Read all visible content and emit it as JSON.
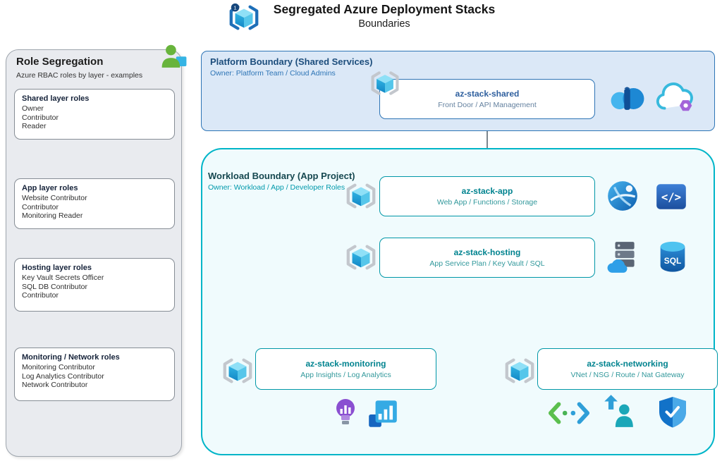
{
  "header": {
    "title": "Segregated Azure Deployment Stacks",
    "subtitle": "Boundaries",
    "icon": "deployment-stacks-icon"
  },
  "role_panel": {
    "title": "Role Segregation",
    "subtitle": "Azure RBAC roles by layer - examples",
    "icon": "person-icon",
    "groups": [
      {
        "title": "Shared layer roles",
        "roles": [
          "Owner",
          "Contributor",
          "Reader"
        ]
      },
      {
        "title": "App layer roles",
        "roles": [
          "Website Contributor",
          "Contributor",
          "Monitoring Reader"
        ]
      },
      {
        "title": "Hosting layer roles",
        "roles": [
          "Key Vault Secrets Officer",
          "SQL DB Contributor",
          "Contributor"
        ]
      },
      {
        "title": "Monitoring / Network roles",
        "roles": [
          "Monitoring Contributor",
          "Log Analytics Contributor",
          "Network Contributor"
        ]
      }
    ]
  },
  "platform_boundary": {
    "title": "Platform Boundary (Shared Services)",
    "owner": "Owner: Platform Team / Cloud Admins",
    "stack": {
      "name": "az-stack-shared",
      "services": "Front Door / API Management"
    },
    "icons": [
      "deployment-stack",
      "front-door",
      "api-management"
    ]
  },
  "workload_boundary": {
    "title": "Workload Boundary (App Project)",
    "owner": "Owner: Workload / App / Developer Roles",
    "stacks": {
      "app": {
        "name": "az-stack-app",
        "services": "Web App / Functions / Storage",
        "icons": [
          "deployment-stack",
          "app-service",
          "code"
        ]
      },
      "hosting": {
        "name": "az-stack-hosting",
        "services": "App Service Plan / Key Vault / SQL",
        "icons": [
          "deployment-stack",
          "app-service-plan",
          "sql-database"
        ]
      },
      "monitoring": {
        "name": "az-stack-monitoring",
        "services": "App Insights / Log Analytics",
        "icons": [
          "deployment-stack",
          "application-insights",
          "log-analytics"
        ]
      },
      "networking": {
        "name": "az-stack-networking",
        "services": "VNet / NSG / Route / Nat Gateway",
        "icons": [
          "deployment-stack",
          "virtual-network",
          "nat-gateway",
          "network-security-group"
        ]
      }
    }
  },
  "colors": {
    "platform_accent": "#2e75b6",
    "platform_fill": "#dbe8f7",
    "workload_accent": "#00b5c8",
    "workload_fill": "#f0fbfd",
    "role_panel_fill": "#e9ebef",
    "connector": "#44525e"
  }
}
